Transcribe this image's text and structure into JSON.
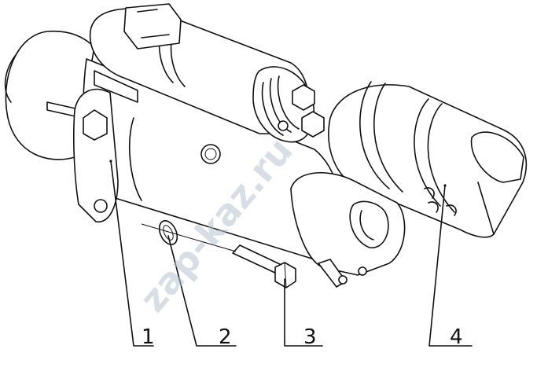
{
  "watermark": "zap-kaz.ru",
  "callouts": [
    {
      "label": "1"
    },
    {
      "label": "2"
    },
    {
      "label": "3"
    },
    {
      "label": "4"
    }
  ]
}
